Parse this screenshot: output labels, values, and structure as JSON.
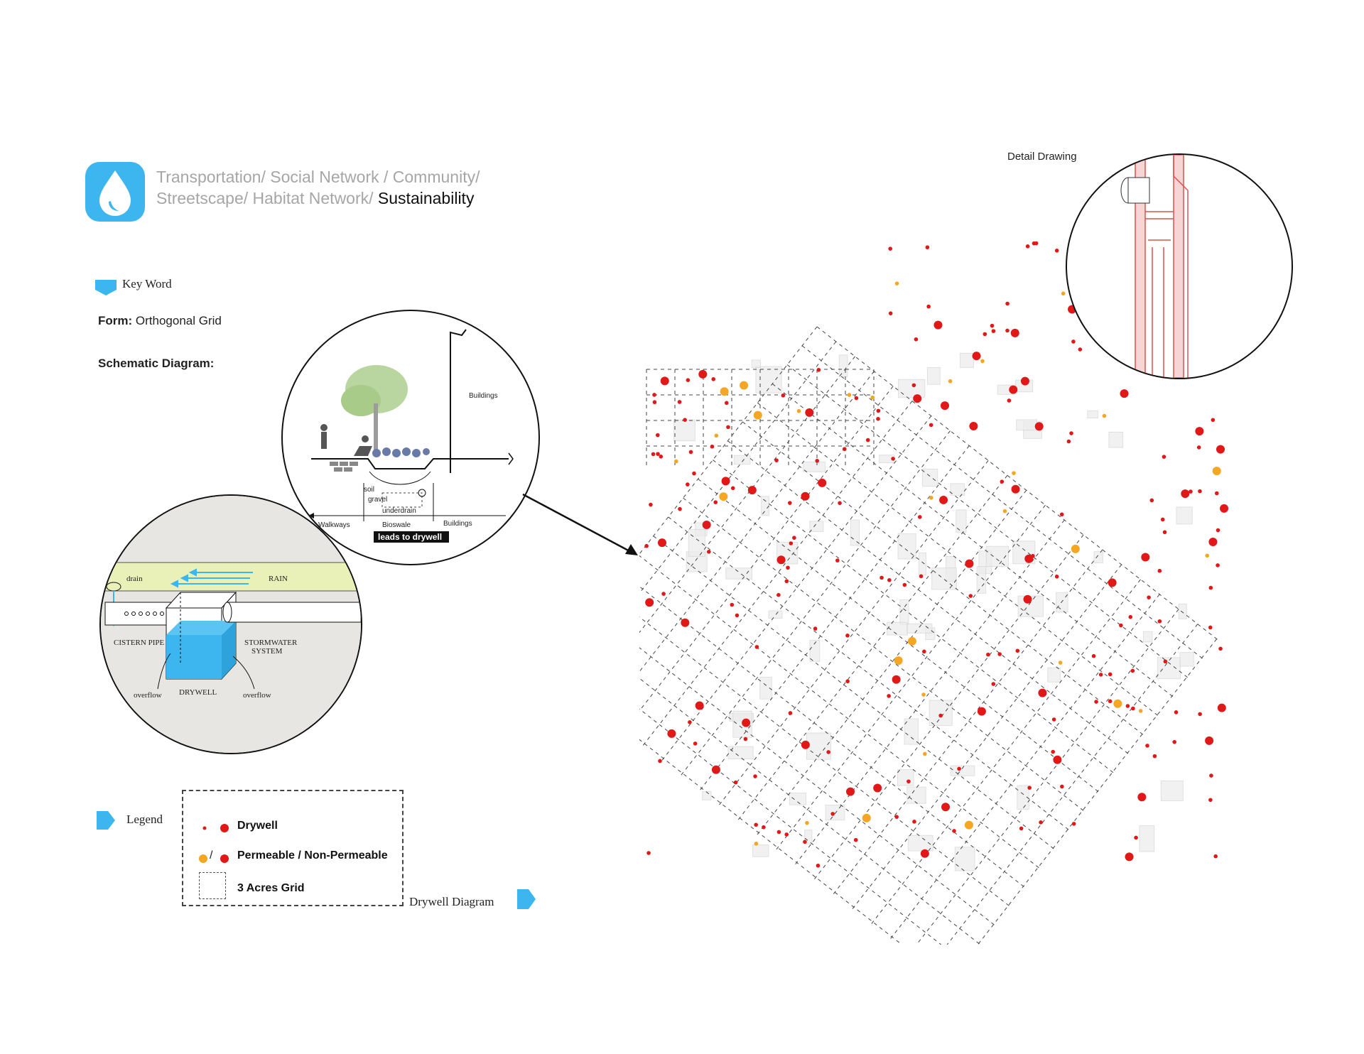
{
  "header": {
    "line1": "Transportation/ Social Network / Community/",
    "line2_prefix": "Streetscape/ Habitat Network/ ",
    "line2_highlight": "Sustainability",
    "icon": "water-drop-icon",
    "accent_color": "#3db6ef"
  },
  "keyword": {
    "title": "Key Word",
    "form_label": "Form:",
    "form_value": "Orthogonal Grid",
    "schematic_label": "Schematic Diagram:"
  },
  "bioswale": {
    "buildings_top": "Buildings",
    "soil": "soil",
    "gravel": "gravel",
    "underdrain": "underdrain",
    "walkways": "Walkways",
    "bioswale": "Bioswale",
    "buildings_bottom": "Buildings",
    "leads": "leads to drywell"
  },
  "drywell_section": {
    "drain": "drain",
    "rain": "RAIN",
    "cistern_pipe": "CISTERN PIPE",
    "stormwater_1": "STORMWATER",
    "stormwater_2": "SYSTEM",
    "drywell": "DRYWELL",
    "overflow_left": "overflow",
    "overflow_right": "overflow"
  },
  "detail": {
    "title": "Detail Drawing"
  },
  "legend": {
    "title": "Legend",
    "items": [
      {
        "label": "Drywell"
      },
      {
        "label": "Permeable / Non-Permeable"
      },
      {
        "label": "3 Acres Grid"
      }
    ],
    "separator": "/",
    "colors": {
      "drywell": "#e01818",
      "permeable": "#f5a623"
    }
  },
  "footer": {
    "drywell_diagram": "Drywell Diagram"
  }
}
